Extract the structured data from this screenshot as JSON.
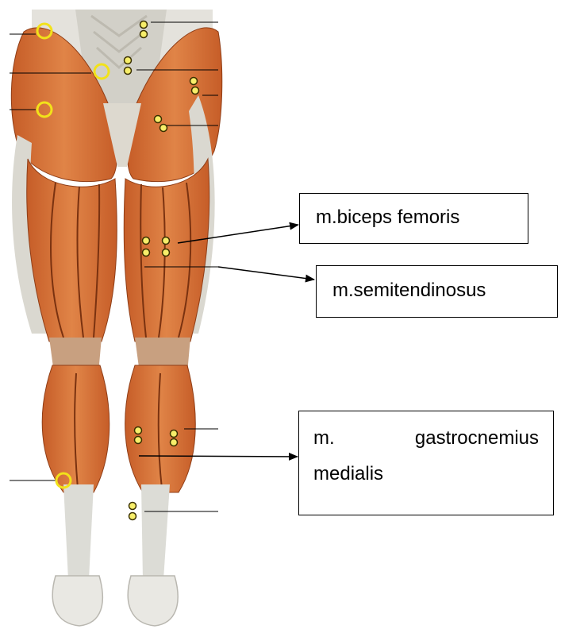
{
  "colors": {
    "muscle": "#d9733a",
    "muscle_dark": "#a9471c",
    "tendon": "#d9d9d4",
    "bone": "#eeeeea",
    "marker": "#f2e21a",
    "leader": "#000000"
  },
  "labels": {
    "biceps_femoris": "m.biceps femoris",
    "semitendinosus": "m.semitendinosus",
    "gastrocnemius_word1": "m.",
    "gastrocnemius_word2": "gastrocnemius",
    "gastrocnemius_word3": "medialis"
  }
}
